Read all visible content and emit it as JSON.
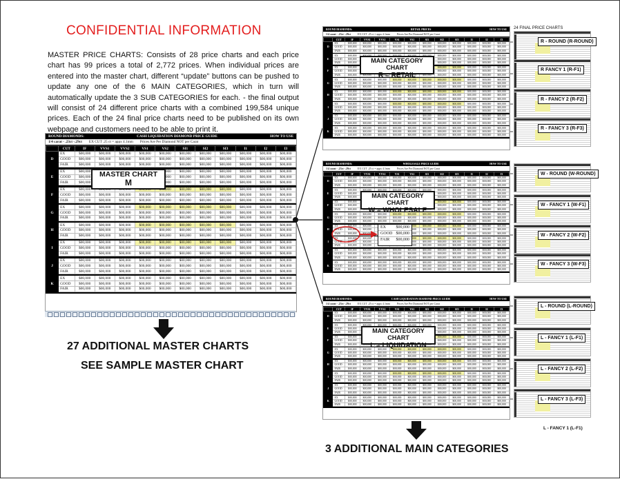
{
  "title": "CONFIDENTIAL INFORMATION",
  "description": "MASTER PRICE CHARTS: Consists of 28 price charts and each price chart has 99 prices a total of 2,772 prices. When individual prices are entered into the master chart, different “update” buttons can be pushed to update any one of the 6 MAIN CATEGORIES, which in turn will automatically update the 3 SUB CATEGORIES for each. - the final output will consist of 24 different price charts with a combined 199,584 unique prices. Each of the 24 final price charts need to be published on its own webpage and customers need to be able to print it.",
  "columns": [
    "CUT",
    "IF",
    "VVS1",
    "VVS2",
    "VS1",
    "VS2",
    "SI1",
    "SI2",
    "SI3",
    "I1",
    "I2",
    "I3"
  ],
  "cuts": [
    "EX",
    "GOOD",
    "FAIR"
  ],
  "price": "$00,000",
  "master_chart": {
    "header_left": "ROUND DIAMONDS:",
    "header_center": "CASH LIQUIDATION DIAMOND PRICE GUIDE",
    "header_right": "HOW TO USE",
    "carat": "1/4 carat - .23ct -.29ct",
    "excut": "EX CUT .25 ct = appx 4.1mm",
    "note": "Prices Are Per Diamond NOT per Carat",
    "grades": [
      "D",
      "E",
      "F",
      "G",
      "H",
      "I",
      "J",
      "K"
    ],
    "label_line1": "MASTER CHART",
    "label_line2": "M"
  },
  "categories": [
    {
      "header_left": "ROUND DIAMONDS:",
      "header_center": "RETAIL PRICES",
      "header_right": "HOW TO USE",
      "carat": "1/4 carat - .23ct -.29ct",
      "excut": "EX CUT .25 ct = appx 4.1mm",
      "note": "Prices Are Per Diamond NOT per Carat",
      "grades": [
        "D",
        "E",
        "F",
        "G",
        "H",
        "I",
        "J",
        "K"
      ],
      "label_line1": "MAIN CATEGORY CHART",
      "label_line2": "R = RETAIL",
      "subs": [
        "R - ROUND  (R-ROUND)",
        "R  FANCY 1  (R-F1)",
        "R - FANCY 2  (R-F2)",
        "R -  FANCY 3   (R-F3)"
      ]
    },
    {
      "header_left": "ROUND DIAMONDS:",
      "header_center": "WHOLESALE PRICE GUIDE",
      "header_right": "HOW TO USE",
      "carat": "1/4 carat - .23ct -.29ct",
      "excut": "EX CUT .25 ct = appx 4.1mm",
      "note": "Prices Are Per Diamond NOT per Carat",
      "grades": [
        "D",
        "E",
        "F",
        "G",
        "H",
        "I",
        "J",
        "K"
      ],
      "label_line1": "MAIN CATEGORY CHART",
      "label_line2": "W = WHOLESALE",
      "subs": [
        "W - ROUND  (W-ROUND)",
        "W - FANCY 1   (W-F1)",
        "W - FANCY 2   (W-F2)",
        "W - FANCY 3   (W-F3)"
      ]
    },
    {
      "header_left": "ROUND DIAMONDS:",
      "header_center": "CASH LIQUIDATION DIAMOND PRICE GUIDE",
      "header_right": "HOW TO USE",
      "carat": "1/4 carat - .23ct -.29ct",
      "excut": "EX CUT .25 ct = appx 4.1mm",
      "note": "Prices Are Per Diamond NOT per Carat",
      "grades": [
        "D",
        "E",
        "F",
        "G",
        "H",
        "I",
        "J",
        "K"
      ],
      "label_line1": "MAIN CATEGORY CHART",
      "label_line2": "L = LIQUIDATION",
      "subs": [
        "L - ROUND    (L-ROUND)",
        "L - FANCY 1    (L-F1)",
        "L - FANCY 2    (L-F2)",
        "L - FANCY 3    (L-F3)"
      ]
    }
  ],
  "final_charts_title": "24 FINAL PRICE CHARTS",
  "bottom_right_label": "L - FANCY 1    (L-F1)",
  "caption_master_1": "27 ADDITIONAL MASTER CHARTS",
  "caption_master_2": "SEE SAMPLE MASTER CHART",
  "caption_main": "3 ADDITIONAL MAIN CATEGORIES",
  "zoom_callout": {
    "rows": [
      "EX",
      "GOOD",
      "FAIR"
    ],
    "values": [
      "$00,000",
      "$00,000",
      "$00,000"
    ]
  },
  "colors": {
    "title_red": "#e31d1d",
    "highlight": "#f4f3a8",
    "callout_red": "#d21f1f"
  }
}
